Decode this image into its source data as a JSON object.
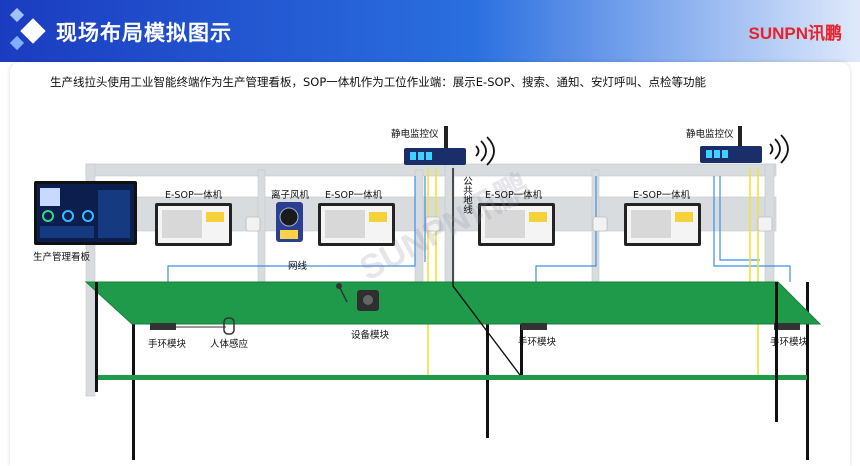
{
  "header": {
    "title": "现场布局模拟图示",
    "logo_text": "SUNPN讯鹏"
  },
  "description": "生产线拉头使用工业智能终端作为生产管理看板，SOP一体机作为工位作业端：展示E-SOP、搜索、通知、安灯呼叫、点检等功能",
  "labels": {
    "static_monitor_1": "静电监控仪",
    "static_monitor_2": "静电监控仪",
    "esop_1": "E-SOP一体机",
    "esop_2": "E-SOP一体机",
    "esop_3": "E-SOP一体机",
    "esop_4": "E-SOP一体机",
    "ion_fan": "离子风机",
    "ground_wire": "公共地线",
    "production_board": "生产管理看板",
    "network_cable": "网线",
    "device_module": "设备模块",
    "wristband_1": "手环模块",
    "wristband_2": "手环模块",
    "wristband_3": "手环模块",
    "body_sensor": "人体感应"
  },
  "watermark": "SUNPN讯鹏",
  "colors": {
    "header_blue": "#1b3cc0",
    "table_green": "#1f9a4a",
    "frame_gray": "#d9dcdf",
    "cable_blue": "#3d8fe0",
    "cable_yellow": "#f2e23a",
    "logo_red": "#e8222b"
  }
}
